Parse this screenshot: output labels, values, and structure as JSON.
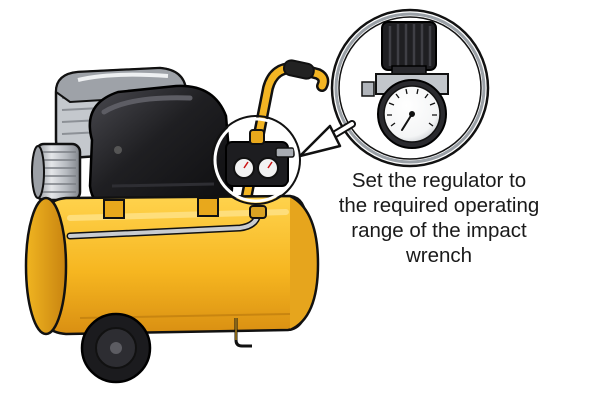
{
  "caption": {
    "lines": [
      "Set the regulator to",
      "the required operating",
      "range of the impact",
      "wrench"
    ]
  },
  "colors": {
    "tank_yellow": "#f6b620",
    "tank_shadow": "#d98f12",
    "motor_black": "#1f1f22",
    "metal_grey": "#b8bcc2",
    "outline": "#111111"
  },
  "icons": {
    "compressor": "air-compressor-illustration",
    "regulator": "pressure-regulator-gauge",
    "pointer": "arrow-pointer"
  }
}
